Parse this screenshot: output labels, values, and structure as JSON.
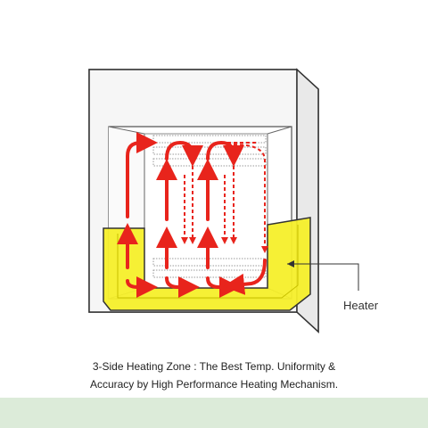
{
  "labels": {
    "heater": "Heater"
  },
  "caption": {
    "line1": "3-Side Heating Zone : The Best Temp. Uniformity &",
    "line2": "Accuracy by High Performance Heating Mechanism."
  },
  "colors": {
    "cabinet_fill": "#f4f4f4",
    "cabinet_stroke": "#333333",
    "heater_fill": "#f5ef2a",
    "arrow": "#e8241c",
    "rack": "#9a9a9a",
    "footer_band": "#dcebd9"
  }
}
